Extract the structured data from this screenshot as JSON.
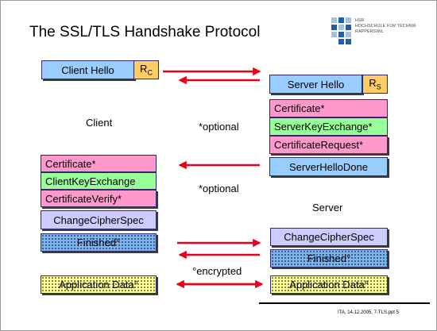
{
  "title": "The SSL/TLS Handshake Protocol",
  "logo": {
    "line1": "HSR",
    "line2": "HOCHSCHULE FÜR TECHNIK",
    "line3": "RAPPERSWIL",
    "colors": {
      "light": "#a9bfe0",
      "dark": "#1d5fa8"
    }
  },
  "client": {
    "label": "Client",
    "hello": "Client Hello",
    "random": {
      "base": "R",
      "sub": "C"
    },
    "certificate": "Certificate*",
    "key_exchange": "ClientKeyExchange",
    "certificate_verify": "CertificateVerify*",
    "change_cipher_spec": "ChangeCipherSpec",
    "finished": "Finished°",
    "app_data": "Application Data°"
  },
  "server": {
    "label": "Server",
    "hello": "Server Hello",
    "random": {
      "base": "R",
      "sub": "S"
    },
    "certificate": "Certificate*",
    "key_exchange": "ServerKeyExchange*",
    "certificate_request": "CertificateRequest*",
    "hello_done": "ServerHelloDone",
    "change_cipher_spec": "ChangeCipherSpec",
    "finished": "Finished°",
    "app_data": "Application Data°"
  },
  "notes": {
    "optional_1": "*optional",
    "optional_2": "*optional",
    "encrypted": "°encrypted"
  },
  "footer": "ITA, 14.12.2005, 7-TLS.ppt 5",
  "colors": {
    "arrow": "#e8001c",
    "hello_box": "#99ccff",
    "random_box": "#ffcc66",
    "cert_box": "#ff99cc",
    "key_box": "#99ff99",
    "ccs_box": "#ccccff",
    "finished_box": "#7fb6e6",
    "app_data_box": "#ffff99"
  }
}
